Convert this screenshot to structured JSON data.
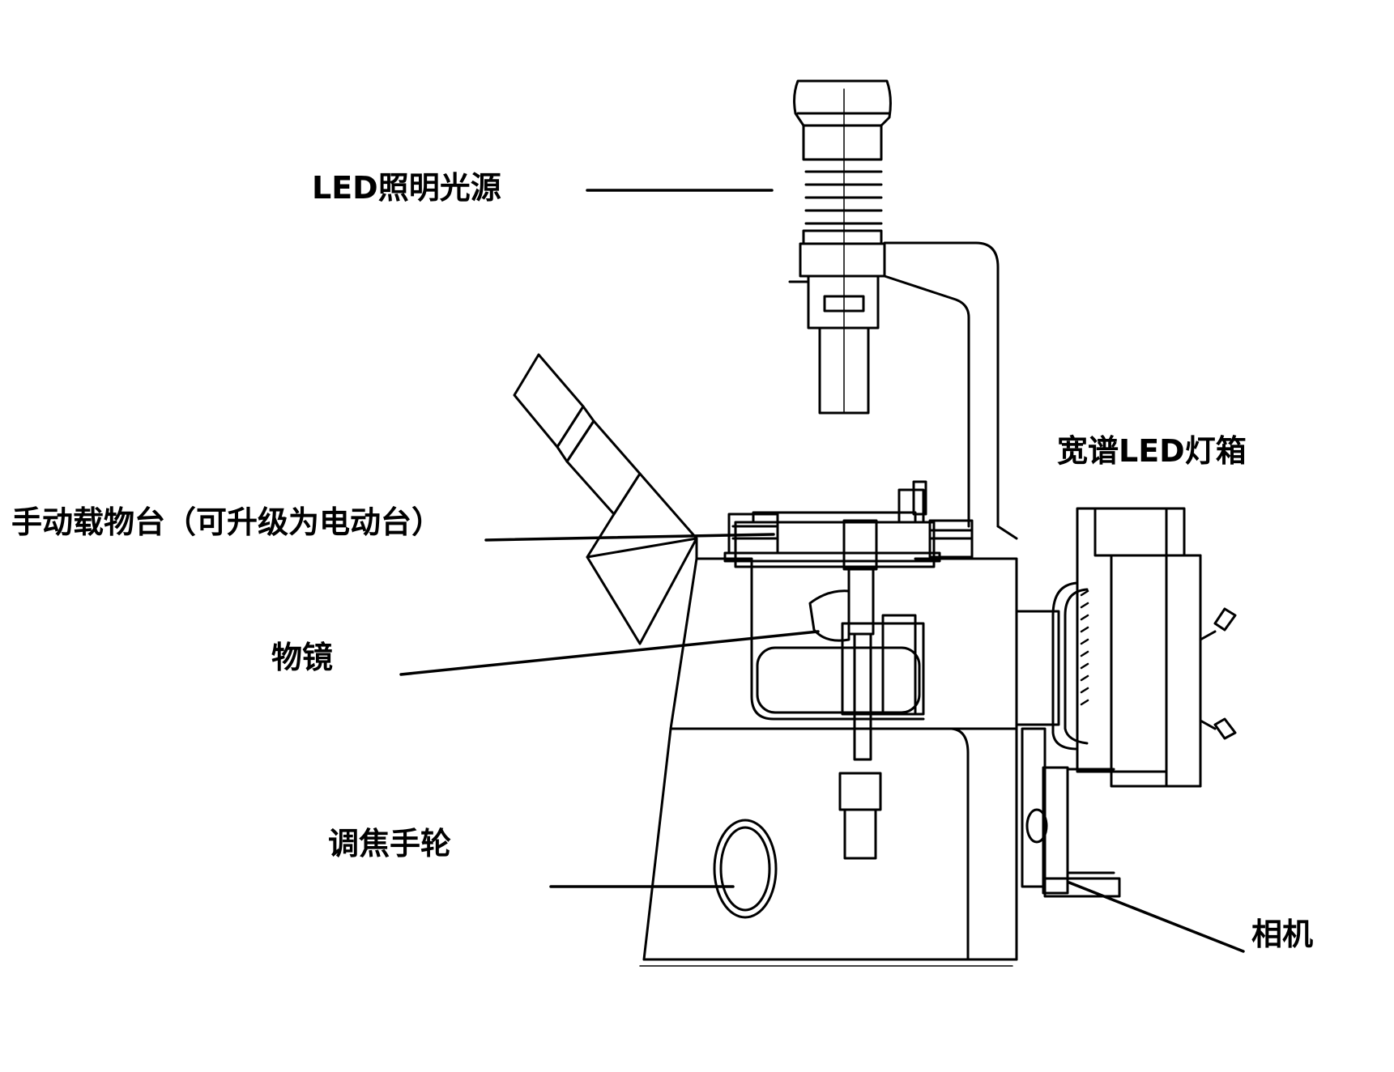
{
  "labels": {
    "led_light_source": "LED照明光源",
    "manual_stage": "手动载物台（可升级为电动台）",
    "objective": "物镜",
    "focus_knob": "调焦手轮",
    "wideband_led_lightbox": "宽谱LED灯箱",
    "camera": "相机"
  },
  "colors": {
    "line": "#000000",
    "background": "#ffffff"
  }
}
